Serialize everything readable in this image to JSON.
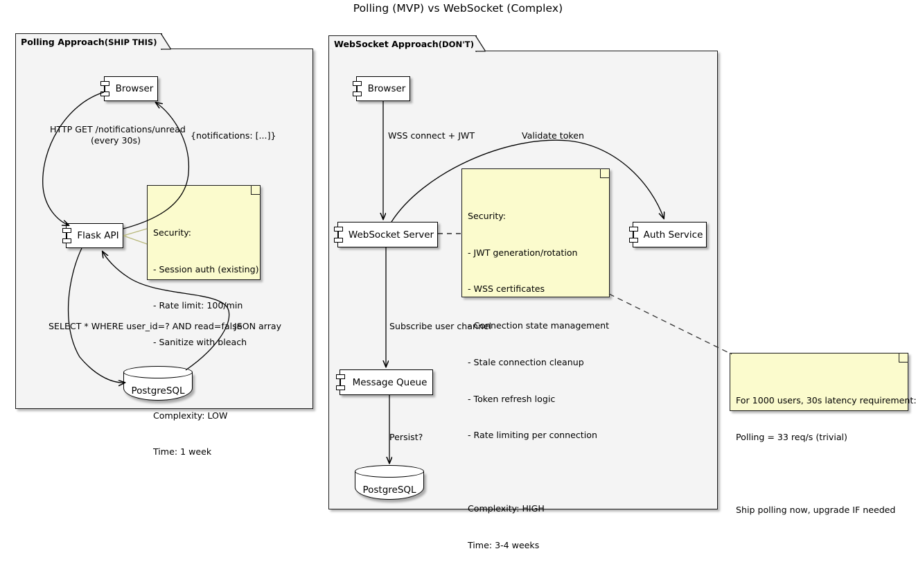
{
  "title": "Polling (MVP) vs WebSocket (Complex)",
  "packages": [
    {
      "id": "polling",
      "title_strong": "Polling Approach",
      "title_rest": " (SHIP THIS)"
    },
    {
      "id": "websocket",
      "title_strong": "WebSocket Approach",
      "title_rest": " (DON'T)"
    }
  ],
  "polling": {
    "components": [
      {
        "id": "browser",
        "label": "Browser"
      },
      {
        "id": "flask_api",
        "label": "Flask API"
      }
    ],
    "databases": [
      {
        "id": "postgres_left",
        "label": "PostgreSQL"
      }
    ],
    "edges": [
      {
        "id": "http-get",
        "label": "HTTP GET /notifications/unread\n(every 30s)"
      },
      {
        "id": "notifications-response",
        "label": "{notifications: [...]}"
      },
      {
        "id": "sql-select",
        "label": "SELECT * WHERE user_id=? AND read=false"
      },
      {
        "id": "json-array",
        "label": "JSON array"
      }
    ],
    "note": {
      "id": "polling-security-note",
      "lines": [
        "Security:",
        "- Session auth (existing)",
        "- Rate limit: 100/min",
        "- Sanitize with bleach",
        "",
        "Complexity: LOW",
        "Time: 1 week"
      ]
    }
  },
  "websocket": {
    "components": [
      {
        "id": "browser_ws",
        "label": "Browser"
      },
      {
        "id": "ws_server",
        "label": "WebSocket Server"
      },
      {
        "id": "auth_service",
        "label": "Auth Service"
      },
      {
        "id": "message_queue",
        "label": "Message Queue"
      }
    ],
    "databases": [
      {
        "id": "postgres_right",
        "label": "PostgreSQL"
      }
    ],
    "edges": [
      {
        "id": "wss-connect",
        "label": "WSS connect + JWT"
      },
      {
        "id": "validate-token",
        "label": "Validate token"
      },
      {
        "id": "subscribe-channel",
        "label": "Subscribe user channel"
      },
      {
        "id": "persist",
        "label": "Persist?"
      }
    ],
    "note": {
      "id": "websocket-security-note",
      "lines": [
        "Security:",
        "- JWT generation/rotation",
        "- WSS certificates",
        "- Connection state management",
        "- Stale connection cleanup",
        "- Token refresh logic",
        "- Rate limiting per connection",
        "",
        "Complexity: HIGH",
        "Time: 3-4 weeks"
      ]
    }
  },
  "verdict_note": {
    "id": "verdict-note",
    "lines": [
      "For 1000 users, 30s latency requirement:",
      "Polling = 33 req/s (trivial)",
      "",
      "Ship polling now, upgrade IF needed"
    ]
  },
  "colors": {
    "note_fill": "#fbfbcd",
    "package_fill": "#f4f4f4",
    "component_fill": "#ffffff",
    "stroke": "#000000"
  }
}
